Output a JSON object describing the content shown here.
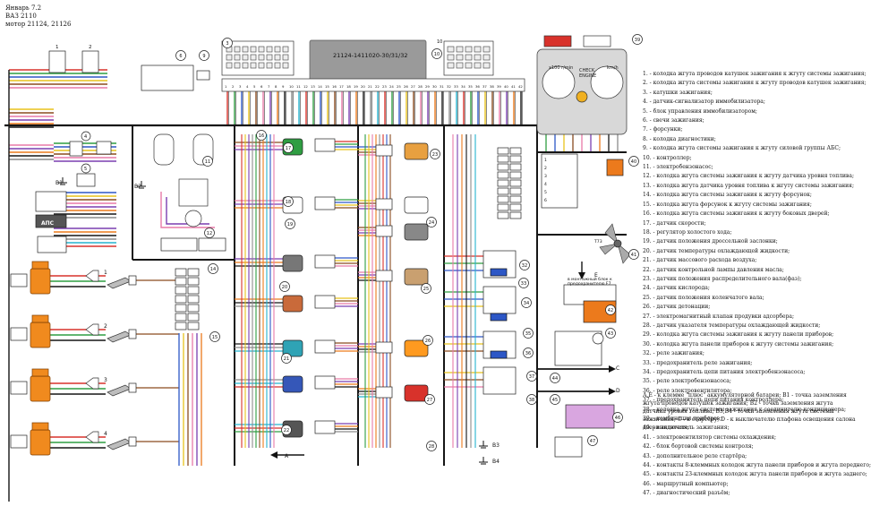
{
  "header": {
    "line1": "Январь 7.2",
    "line2": "ВАЗ 2110",
    "line3": "мотор 21124, 21126"
  },
  "ecu": {
    "label": "21124-1411020-30/31/32"
  },
  "cluster": {
    "tacho": "x100 r/min",
    "speed": "km/h",
    "check1": "CHECK",
    "check2": "ENGINE"
  },
  "misc": {
    "mount_block": "в монтажный блок к предохранителю F7",
    "aps": "АПС",
    "t_label": "T73"
  },
  "ground_labels": [
    "A",
    "B1",
    "B2",
    "B3",
    "B4",
    "C",
    "D",
    "E"
  ],
  "legend": [
    "1. - колодка жгута проводов катушек зажигания к жгуту системы зажигания;",
    "2. - колодка жгута системы зажигания к жгуту проводов катушек зажигания;",
    "3. - катушки зажигания;",
    "4. - датчик-сигнализатор иммобилизатора;",
    "5. - блок управления иммобилизатором;",
    "6. - свечи зажигания;",
    "7. - форсунки;",
    "8. - колодка диагностики;",
    "9. - колодка жгута системы зажигания к жгуту силовой группы АБС;",
    "10. - контроллер;",
    "11. - электробензонасос;",
    "12. - колодка жгута системы зажигания к жгуту датчика уровня топлива;",
    "13. - колодка жгута датчика уровня топлива к жгуту системы зажигания;",
    "14. - колодка жгута системы зажигания к жгуту форсунок;",
    "15. - колодка жгута форсунок к жгуту системы зажигания;",
    "16. - колодка жгута системы зажигания к жгуту боковых дверей;",
    "17. - датчик скорости;",
    "18. - регулятор холостого хода;",
    "19. - датчик положения дроссельной заслонки;",
    "20. - датчик температуры охлаждающей жидкости;",
    "21. - датчик массового расхода воздуха;",
    "22. - датчик контрольной лампы давления масла;",
    "23. - датчик положения распределительного вала(фаз);",
    "24. - датчик кислорода;",
    "25. - датчик положения коленчатого вала;",
    "26. - датчик детонации;",
    "27. - электромагнитный клапан продувки адсорбера;",
    "28. - датчик указателя температуры охлаждающей жидкости;",
    "29. - колодка жгута системы зажигания к жгуту панели приборов;",
    "30. - колодка жгута панели приборов к жгуту системы зажигания;",
    "32. - реле зажигания;",
    "33. - предохранитель реле зажигания;",
    "34. - предохранитель цепи питания электробензонасоса;",
    "35. - реле электробензонасоса;",
    "36. - реле электровентилятора;",
    "37. - предохранитель цепи питания контроллера;",
    "38. - колодка жгута системы зажигания к соединителю кондиционера;",
    "39. - комбинация приборов;",
    "40. - выключатель зажигания;",
    "41. - электровентилятор системы охлаждения;",
    "42. - блок бортовой системы контроля;",
    "43. - дополнительное реле стартёра;",
    "44. - контакты 8-клеммных колодок жгута панели приборов и жгута переднего;",
    "45. - контакты 23-клеммных колодок жгута панели приборов и жгута заднего;",
    "46. - маршрутный компьютер;",
    "47. - диагностический разъём;"
  ],
  "notes": "А,Е - к клемме \"плюс\" аккумуляторной батареи; В1 - точка заземления жгута проводов катушек зажигания; В2 - точка заземления жгута датчика уровня топлива; В3,В4 - точки заземления жгута системы зажигания; С - к стартёру; D - к выключателю плафона освещения салона двери водителя;",
  "wire_colors": {
    "red": "#d8322b",
    "green": "#2f9d42",
    "blue": "#2d57c6",
    "yellow": "#e8c21c",
    "brown": "#8a4b1f",
    "pink": "#e87aa8",
    "violet": "#7a3fb0",
    "orange": "#ec7a1c",
    "black": "#151515",
    "gray": "#8c8c8c",
    "white": "#d9d9d9",
    "cyan": "#25b3cf"
  },
  "icons": [
    "connector-icon",
    "ignition-coil-icon",
    "spark-plug-icon",
    "injector-icon",
    "relay-icon",
    "fuse-icon",
    "sensor-icon",
    "ecu-icon",
    "gauge-icon",
    "fan-icon",
    "ground-icon"
  ]
}
